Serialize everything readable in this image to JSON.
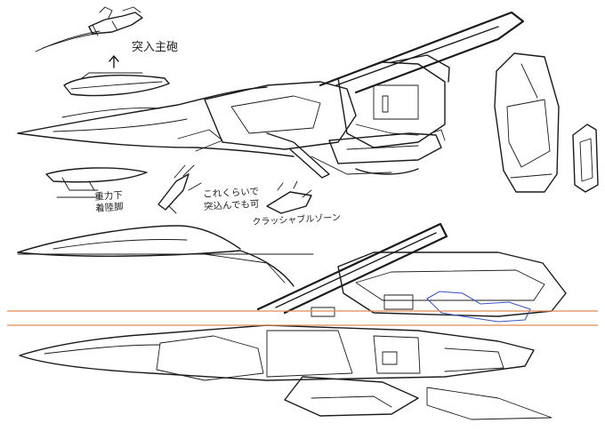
{
  "notes": {
    "main_gun": "突入主砲",
    "gravity_gear_line1": "重力下",
    "gravity_gear_line2": "着陸脚",
    "ram_line1": "これくらいで",
    "ram_line2": "突込んでも可",
    "crash_zone": "クラッシャブルゾーン"
  },
  "colors": {
    "ink": "#1b1b1b",
    "guide_line": "#e08a50",
    "blue_pencil": "#3a55c8"
  }
}
